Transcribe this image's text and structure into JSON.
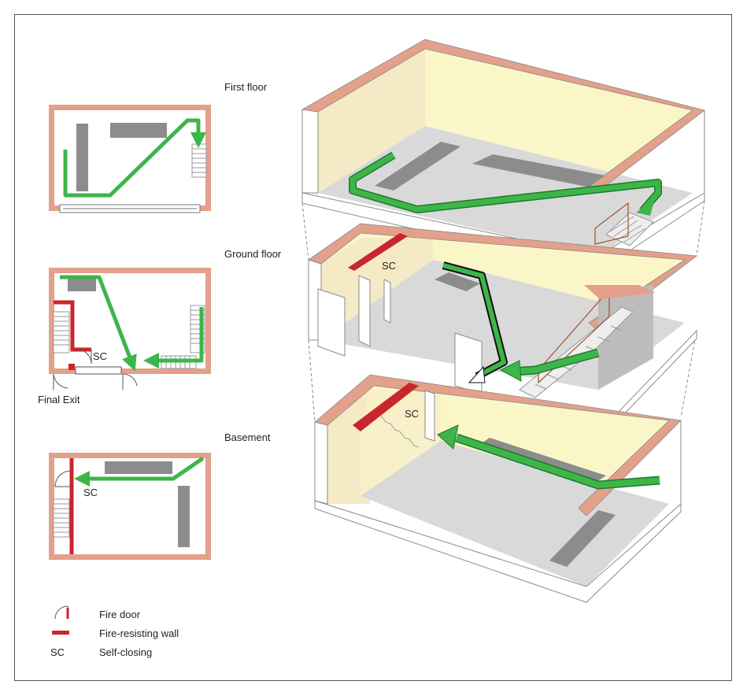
{
  "floors": {
    "first": "First floor",
    "ground": "Ground floor",
    "basement": "Basement"
  },
  "labels": {
    "final_exit": "Final Exit",
    "sc": "SC"
  },
  "legend": {
    "fire_door": "Fire door",
    "fire_wall": "Fire-resisting wall",
    "sc_key": "SC",
    "self_closing": "Self-closing"
  },
  "colors": {
    "wall": "#e3a08a",
    "fire_wall": "#c8262c",
    "route": "#3db54a",
    "route_dark": "#1e7a2b",
    "furniture": "#8c8c8c",
    "floor": "#d9d9d9",
    "cream": "#fbf6c8",
    "outline": "#8a8a8a"
  }
}
